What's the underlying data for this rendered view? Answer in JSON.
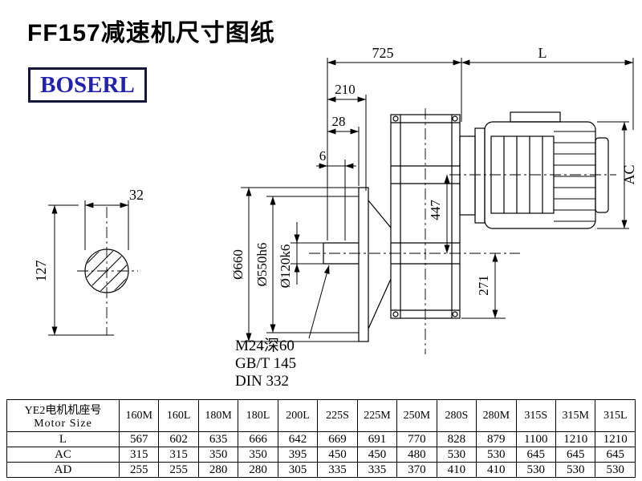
{
  "header": {
    "title": "FF157减速机尺寸图纸",
    "logo": "BOSERL"
  },
  "drawing": {
    "dims": {
      "len_total": "725",
      "len_motor": "L",
      "d210": "210",
      "d28": "28",
      "d6": "6",
      "ac": "AC",
      "d447": "447",
      "d271": "271",
      "d32": "32",
      "d127": "127",
      "dia_flange": "Ø660",
      "dia_spigot": "Ø550h6",
      "dia_shaft": "Ø120k6"
    },
    "notes": {
      "thread": "M24深60",
      "std_gb": "GB/T 145",
      "std_din": "DIN 332"
    }
  },
  "table": {
    "header_cn": "YE2电机机座号",
    "header_en": "Motor Size",
    "columns": [
      "160M",
      "160L",
      "180M",
      "180L",
      "200L",
      "225S",
      "225M",
      "250M",
      "280S",
      "280M",
      "315S",
      "315M",
      "315L"
    ],
    "rows": [
      {
        "label": "L",
        "values": [
          "567",
          "602",
          "635",
          "666",
          "642",
          "669",
          "691",
          "770",
          "828",
          "879",
          "1100",
          "1210",
          "1210"
        ]
      },
      {
        "label": "AC",
        "values": [
          "315",
          "315",
          "350",
          "350",
          "395",
          "450",
          "450",
          "480",
          "530",
          "530",
          "645",
          "645",
          "645"
        ]
      },
      {
        "label": "AD",
        "values": [
          "255",
          "255",
          "280",
          "280",
          "305",
          "335",
          "335",
          "370",
          "410",
          "410",
          "530",
          "530",
          "530"
        ]
      }
    ]
  }
}
